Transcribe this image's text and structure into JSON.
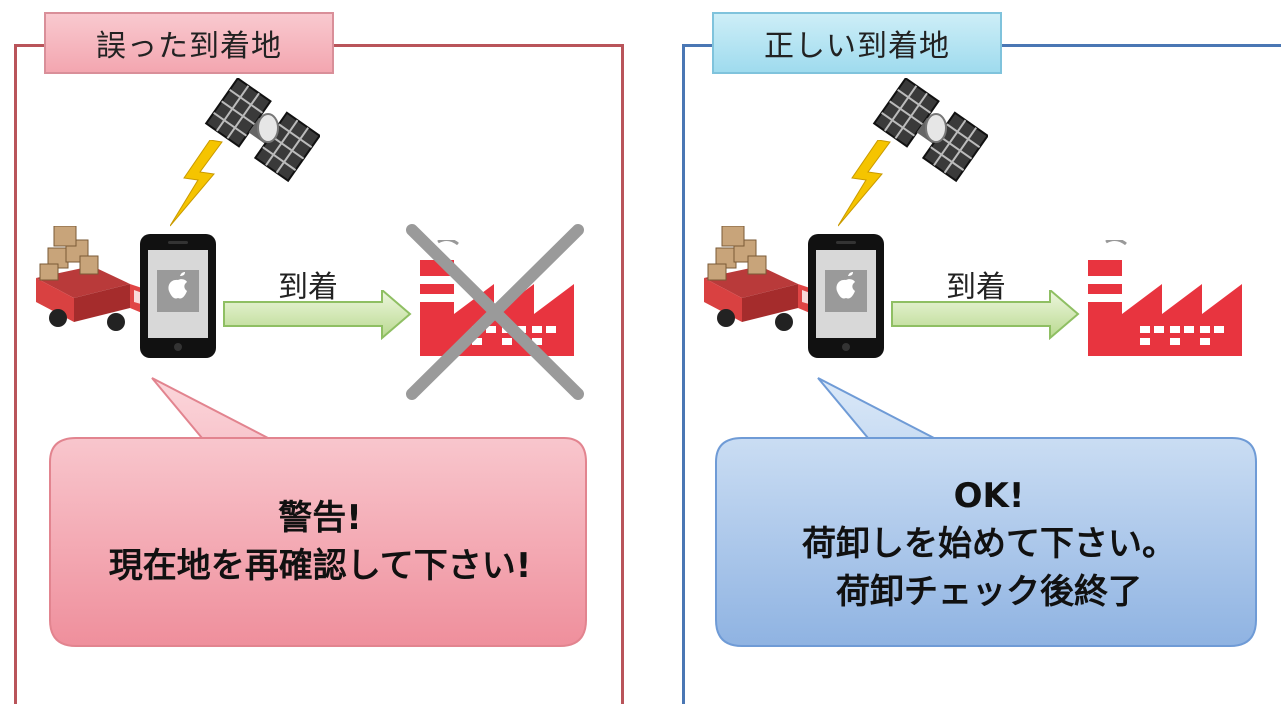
{
  "left_panel": {
    "title": "誤った到着地",
    "arrow_label": "到着",
    "bubble": {
      "line1": "警告!",
      "line2": "現在地を再確認して下さい!"
    }
  },
  "right_panel": {
    "title": "正しい到着地",
    "arrow_label": "到着",
    "bubble": {
      "line1": "OK!",
      "line2": "荷卸しを始めて下さい。",
      "line3": "荷卸チェック後終了"
    }
  },
  "colors": {
    "wrong_border": "#b9545a",
    "right_border": "#4a77b4",
    "wrong_bubble": "#f2a3ad",
    "right_bubble": "#a9c6ea",
    "factory_red": "#e8343f",
    "arrow_green": "#cfe6b0"
  }
}
